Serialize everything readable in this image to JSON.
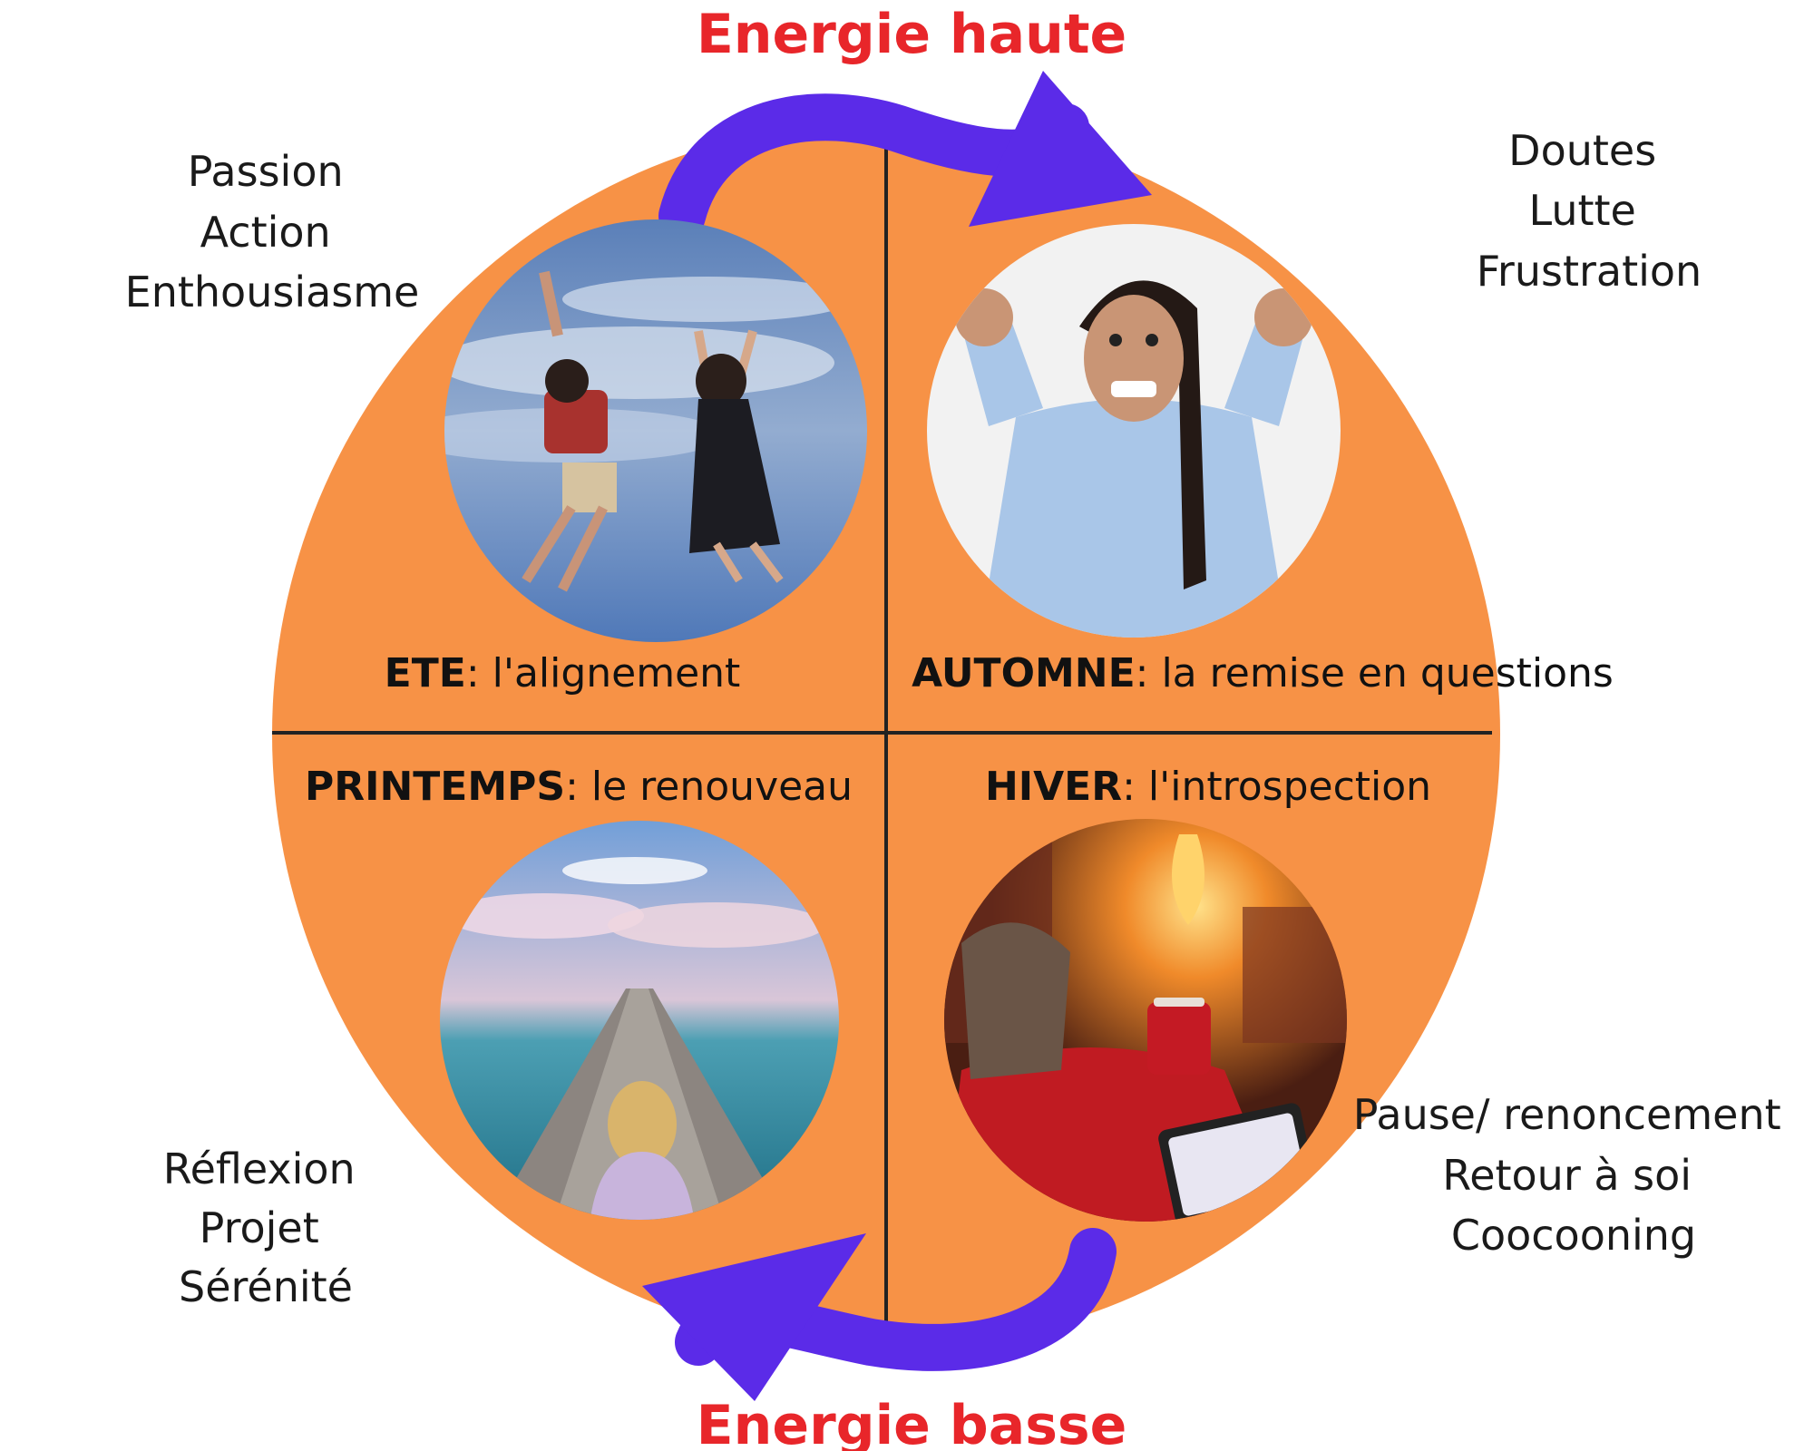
{
  "title_top": "Energie haute",
  "title_bottom": "Energie basse",
  "colors": {
    "circle_fill": "#f79246",
    "divider": "#222222",
    "arrow": "#5b2be8",
    "energy_text": "#e8262a"
  },
  "quadrants": {
    "ete": {
      "name": "ETE",
      "suffix": ": l'alignement",
      "words": [
        "Passion",
        "Action",
        "Enthousiasme"
      ],
      "photo_icon": "jumping-people-photo"
    },
    "automne": {
      "name": "AUTOMNE",
      "suffix": ": la remise en questions",
      "words": [
        "Doutes",
        "Lutte",
        "Frustration"
      ],
      "photo_icon": "angry-woman-photo"
    },
    "printemps": {
      "name": "PRINTEMPS",
      "suffix": ": le renouveau",
      "words": [
        "Réflexion",
        "Projet",
        "Sérénité"
      ],
      "photo_icon": "pier-sea-photo"
    },
    "hiver": {
      "name": "HIVER",
      "suffix": ": l'introspection",
      "words": [
        "Pause/ renoncement",
        "Retour à soi",
        "Coocooning"
      ],
      "photo_icon": "cozy-fireplace-photo"
    }
  }
}
